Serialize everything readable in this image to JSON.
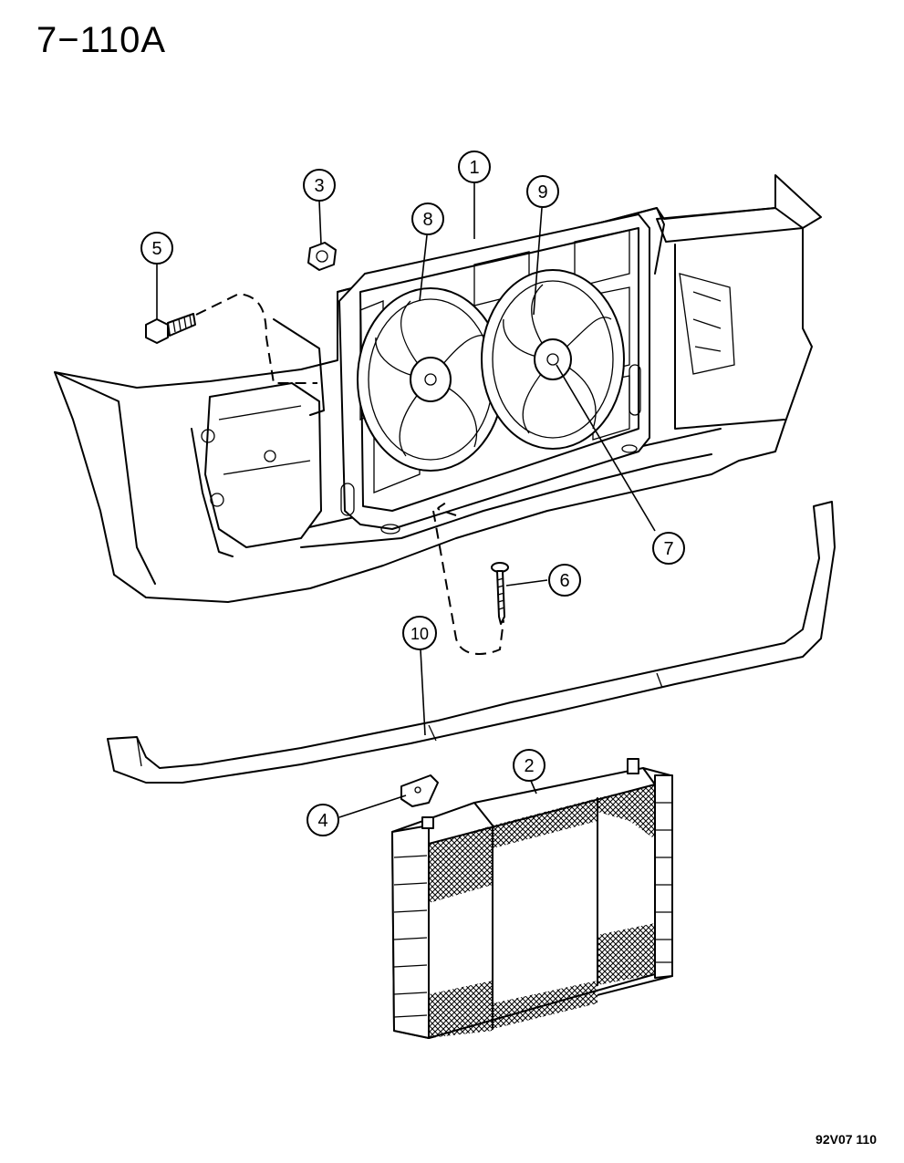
{
  "header": {
    "title": "7−110A"
  },
  "footer": {
    "code": "92V07  110"
  },
  "callouts": [
    {
      "id": "c1",
      "label": "1"
    },
    {
      "id": "c2",
      "label": "2"
    },
    {
      "id": "c3",
      "label": "3"
    },
    {
      "id": "c4",
      "label": "4"
    },
    {
      "id": "c5",
      "label": "5"
    },
    {
      "id": "c6",
      "label": "6"
    },
    {
      "id": "c7",
      "label": "7"
    },
    {
      "id": "c8",
      "label": "8"
    },
    {
      "id": "c9",
      "label": "9"
    },
    {
      "id": "c10",
      "label": "10"
    }
  ]
}
